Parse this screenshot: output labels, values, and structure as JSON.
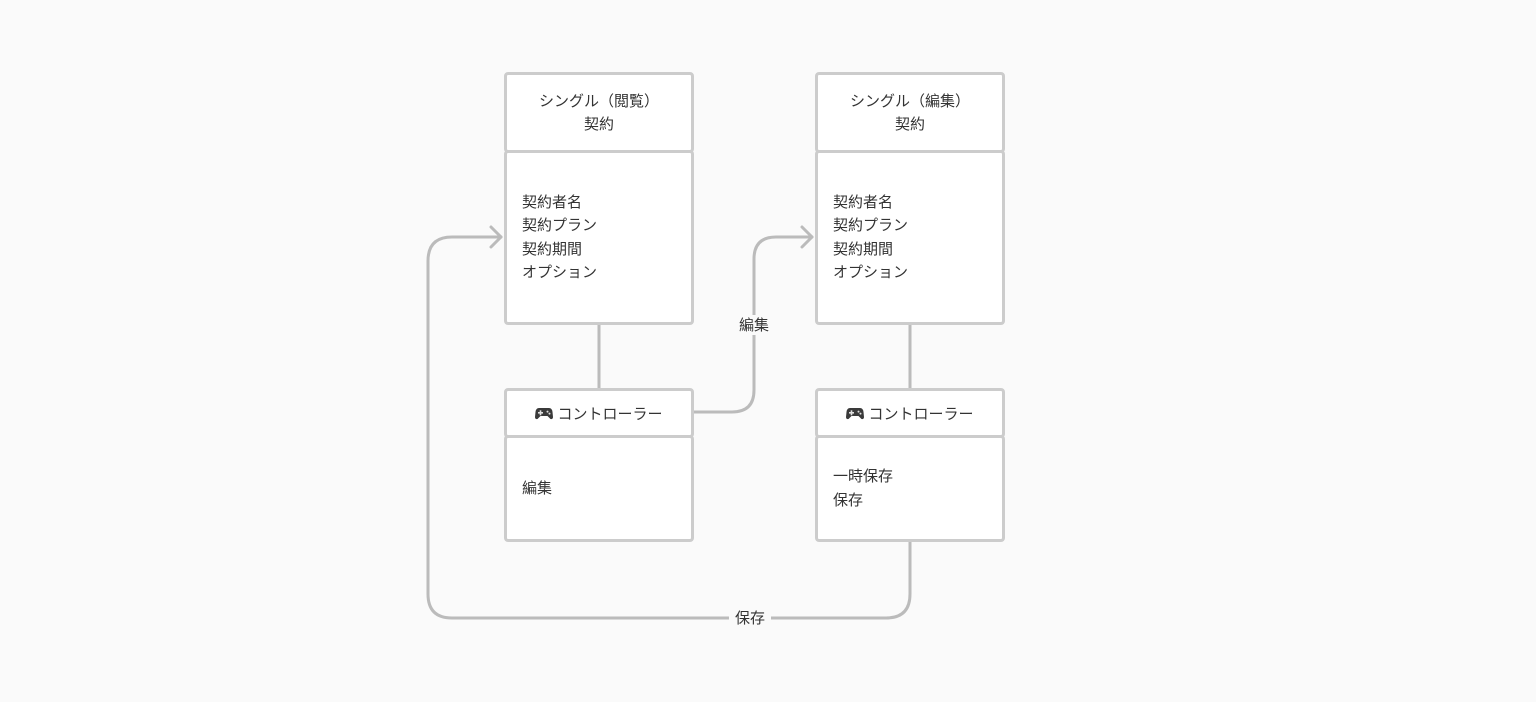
{
  "nodes": {
    "view_header": {
      "line1": "シングル（閲覧）",
      "line2": "契約"
    },
    "view_fields": [
      "契約者名",
      "契約プラン",
      "契約期間",
      "オプション"
    ],
    "view_controller": {
      "title": "コントローラー",
      "icon": "gamepad-icon",
      "actions": [
        "編集"
      ]
    },
    "edit_header": {
      "line1": "シングル（編集）",
      "line2": "契約"
    },
    "edit_fields": [
      "契約者名",
      "契約プラン",
      "契約期間",
      "オプション"
    ],
    "edit_controller": {
      "title": "コントローラー",
      "icon": "gamepad-icon",
      "actions": [
        "一時保存",
        "保存"
      ]
    }
  },
  "edges": {
    "edit_label": "編集",
    "save_label": "保存"
  },
  "colors": {
    "stroke": "#cccccc",
    "edge": "#bbbbbb",
    "text": "#333333",
    "background": "#fafafa"
  }
}
